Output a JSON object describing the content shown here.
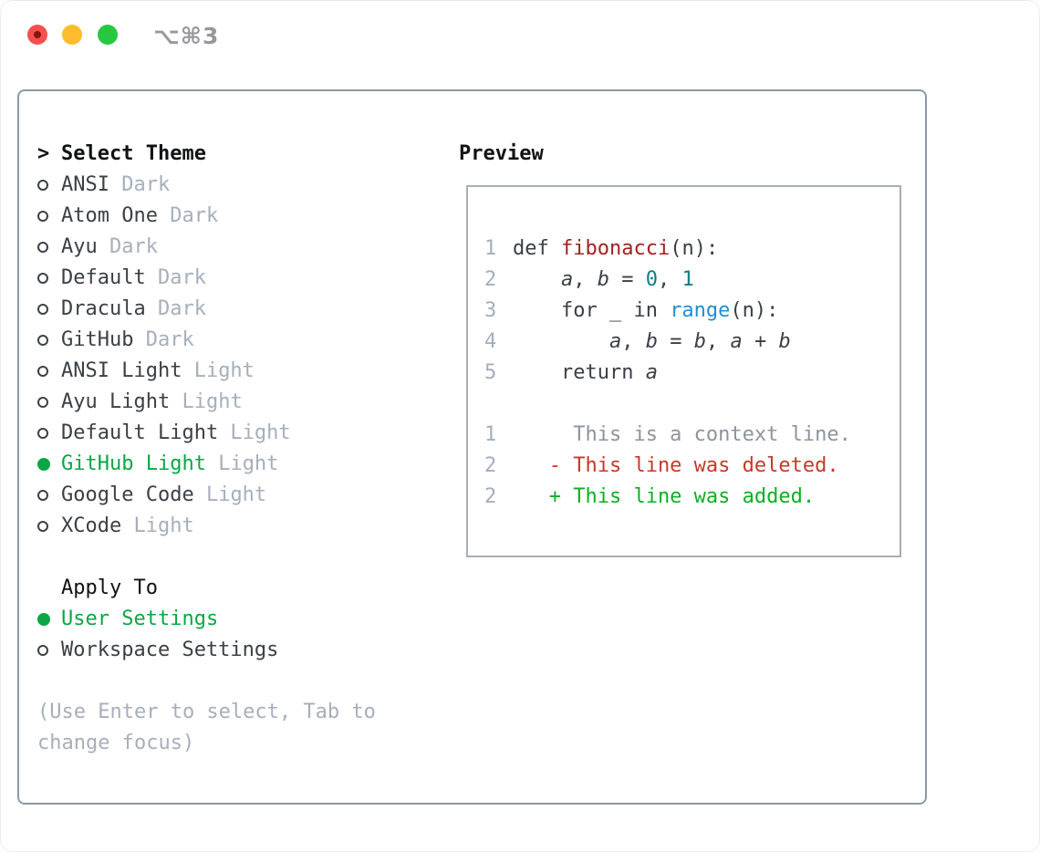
{
  "window": {
    "title_shortcut": "⌥⌘3"
  },
  "titlebar": {
    "buttons": [
      {
        "name": "close-button",
        "color": "#f5504d",
        "dot_color": "#87150f"
      },
      {
        "name": "minimize-button",
        "color": "#febc2e",
        "dot_color": null
      },
      {
        "name": "zoom-button",
        "color": "#27c840",
        "dot_color": null
      }
    ],
    "title_color": "#96989c"
  },
  "theme_picker": {
    "header": {
      "prompt": ">",
      "label": "Select Theme"
    },
    "themes": [
      {
        "name": "ANSI",
        "tag": "Dark",
        "selected": false
      },
      {
        "name": "Atom One",
        "tag": "Dark",
        "selected": false
      },
      {
        "name": "Ayu",
        "tag": "Dark",
        "selected": false
      },
      {
        "name": "Default",
        "tag": "Dark",
        "selected": false
      },
      {
        "name": "Dracula",
        "tag": "Dark",
        "selected": false
      },
      {
        "name": "GitHub",
        "tag": "Dark",
        "selected": false
      },
      {
        "name": "ANSI Light",
        "tag": "Light",
        "selected": false
      },
      {
        "name": "Ayu Light",
        "tag": "Light",
        "selected": false
      },
      {
        "name": "Default Light",
        "tag": "Light",
        "selected": false
      },
      {
        "name": "GitHub Light",
        "tag": "Light",
        "selected": true
      },
      {
        "name": "Google Code",
        "tag": "Light",
        "selected": false
      },
      {
        "name": "XCode",
        "tag": "Light",
        "selected": false
      }
    ],
    "apply_to": {
      "header": "Apply To",
      "options": [
        {
          "name": "User Settings",
          "selected": true
        },
        {
          "name": "Workspace Settings",
          "selected": false
        }
      ]
    },
    "hint_lines": [
      "(Use Enter to select, Tab to",
      "change focus)"
    ]
  },
  "preview": {
    "label": "Preview",
    "lines": [
      {
        "num": "1",
        "tokens": [
          {
            "t": "def ",
            "c": "code"
          },
          {
            "t": "fibonacci",
            "c": "func"
          },
          {
            "t": "(n):",
            "c": "code"
          }
        ]
      },
      {
        "num": "2",
        "tokens": [
          {
            "t": "    ",
            "c": "code"
          },
          {
            "t": "a",
            "c": "var"
          },
          {
            "t": ", ",
            "c": "code"
          },
          {
            "t": "b",
            "c": "var"
          },
          {
            "t": " = ",
            "c": "code"
          },
          {
            "t": "0",
            "c": "num"
          },
          {
            "t": ", ",
            "c": "code"
          },
          {
            "t": "1",
            "c": "num"
          }
        ]
      },
      {
        "num": "3",
        "tokens": [
          {
            "t": "    for _ in ",
            "c": "code"
          },
          {
            "t": "range",
            "c": "builtin"
          },
          {
            "t": "(n):",
            "c": "code"
          }
        ]
      },
      {
        "num": "4",
        "tokens": [
          {
            "t": "        ",
            "c": "code"
          },
          {
            "t": "a",
            "c": "var"
          },
          {
            "t": ", ",
            "c": "code"
          },
          {
            "t": "b",
            "c": "var"
          },
          {
            "t": " = ",
            "c": "code"
          },
          {
            "t": "b",
            "c": "var"
          },
          {
            "t": ", ",
            "c": "code"
          },
          {
            "t": "a",
            "c": "var"
          },
          {
            "t": " + ",
            "c": "code"
          },
          {
            "t": "b",
            "c": "var"
          }
        ]
      },
      {
        "num": "5",
        "tokens": [
          {
            "t": "    return ",
            "c": "code"
          },
          {
            "t": "a",
            "c": "var"
          }
        ]
      },
      {
        "num": "",
        "tokens": []
      },
      {
        "num": "1",
        "tokens": [
          {
            "t": "     This is a context line.",
            "c": "context"
          }
        ]
      },
      {
        "num": "2",
        "tokens": [
          {
            "t": "   - This line was deleted.",
            "c": "deleted"
          }
        ]
      },
      {
        "num": "2",
        "tokens": [
          {
            "t": "   + This line was added.",
            "c": "added"
          }
        ]
      }
    ]
  },
  "colors": {
    "header_text": "#101214",
    "item_text": "#3a4046",
    "marker_outline": "#3a4046",
    "selected_green": "#0aa745",
    "tag_gray": "#a6afbc",
    "hint_gray": "#a6afbc",
    "line_number_gray": "#a4aebc",
    "panel_border": "#8e98a6",
    "preview_border": "#a7aeb9",
    "token_code": "#3a4046",
    "token_func": "#a32020",
    "token_builtin": "#1d90d0",
    "token_num": "#0d7e87",
    "token_context": "#8d949d",
    "token_deleted": "#c43a29",
    "token_added": "#0cb025"
  }
}
